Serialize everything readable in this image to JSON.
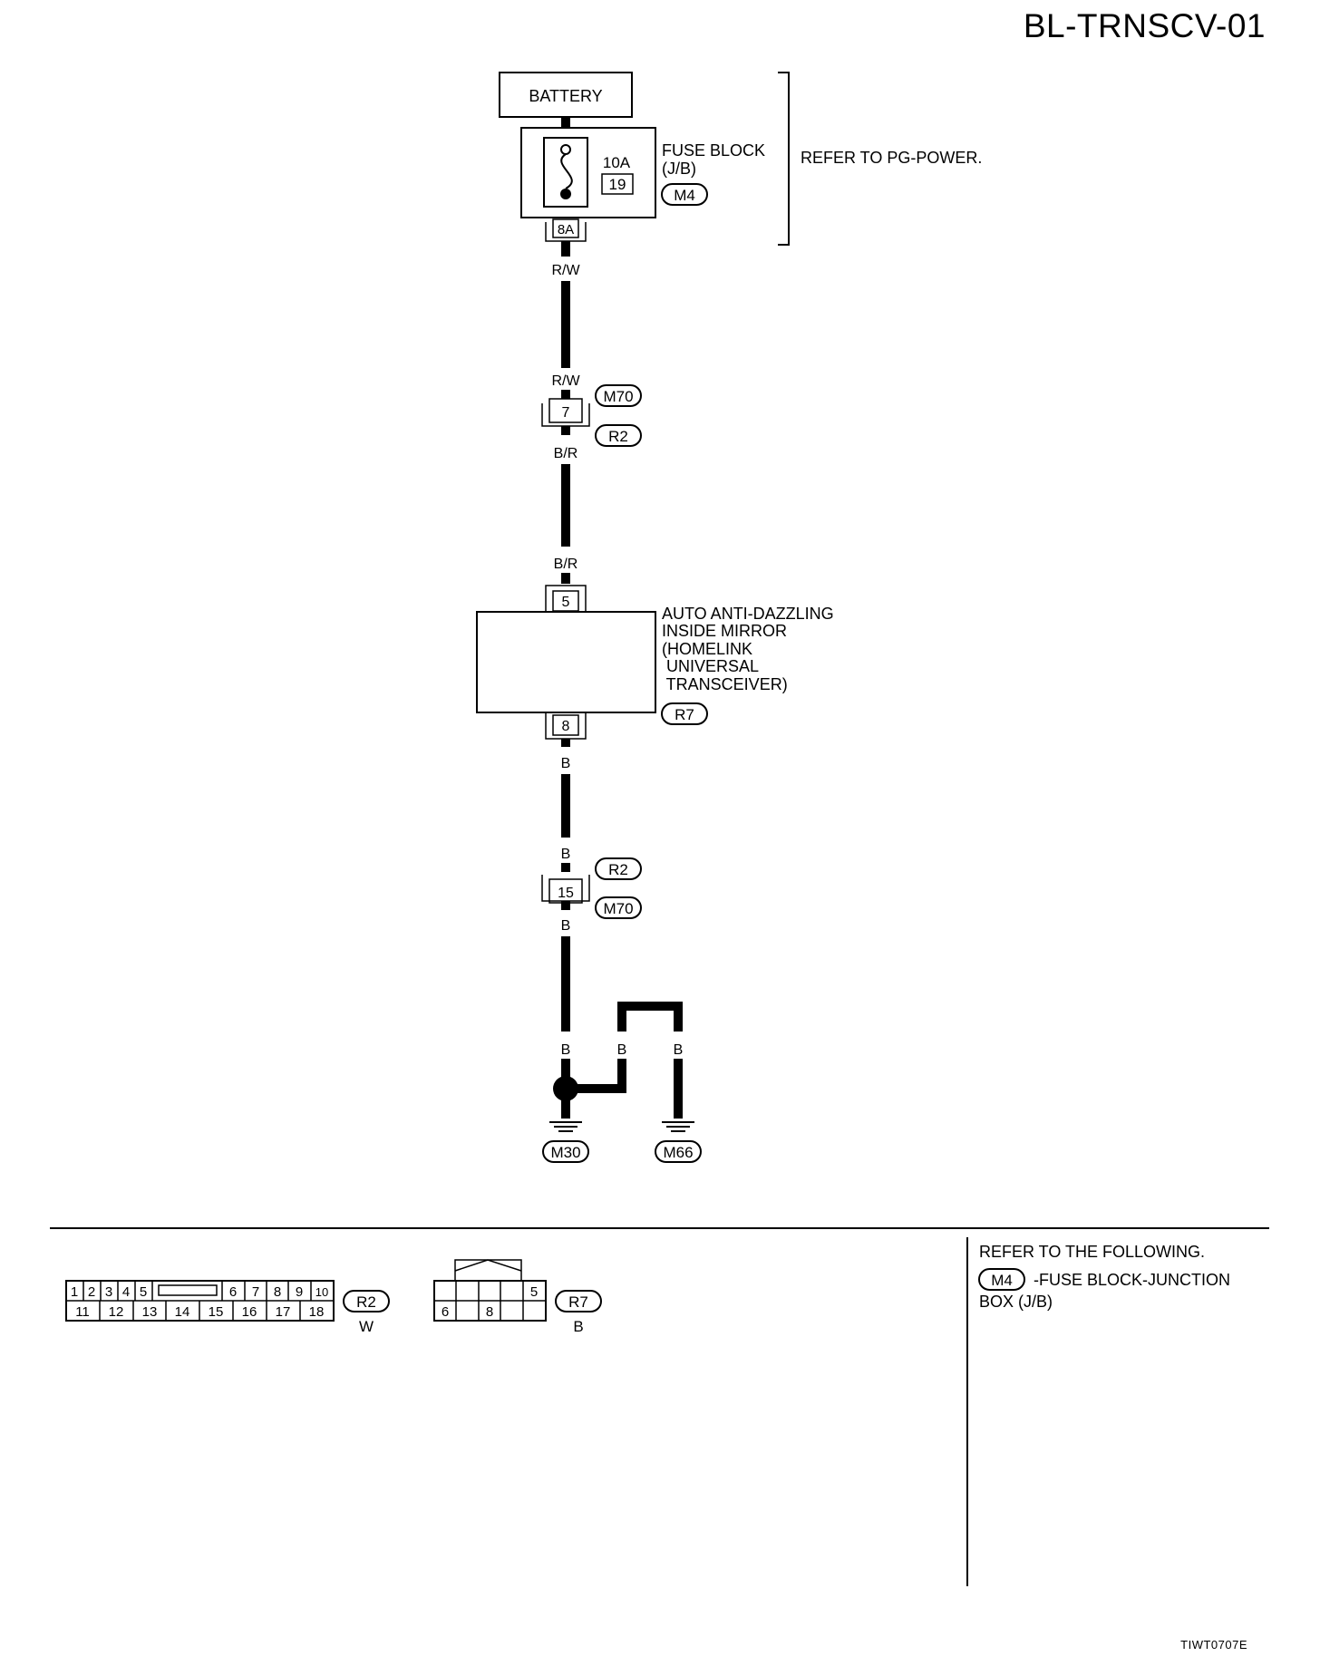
{
  "page_code": "BL-TRNSCV-01",
  "footer_code": "TIWT0707E",
  "battery_label": "BATTERY",
  "fuse_block": {
    "label_line1": "FUSE BLOCK",
    "label_line2": "(J/B)",
    "amperage": "10A",
    "fuse_number": "19",
    "connector": "M4",
    "terminal": "8A",
    "refer_note": "REFER TO PG-POWER."
  },
  "wires": {
    "w1": "R/W",
    "w2": "R/W",
    "w3": "B/R",
    "w4": "B/R",
    "w5": "B",
    "w6": "B",
    "w7": "B",
    "w8": "B",
    "w9": "B",
    "w10": "B"
  },
  "joint1": {
    "terminal": "7",
    "connector_top": "M70",
    "connector_bottom": "R2"
  },
  "mirror": {
    "label_lines": [
      "AUTO ANTI-DAZZLING",
      "INSIDE MIRROR",
      "(HOMELINK",
      " UNIVERSAL",
      " TRANSCEIVER)"
    ],
    "terminal_in": "5",
    "terminal_out": "8",
    "connector": "R7"
  },
  "joint2": {
    "terminal": "15",
    "connector_top": "R2",
    "connector_bottom": "M70"
  },
  "grounds": {
    "g1": "M30",
    "g2": "M66"
  },
  "r2_connector": {
    "id": "R2",
    "color": "W",
    "top_pins": [
      "1",
      "2",
      "3",
      "4",
      "5",
      "6",
      "7",
      "8",
      "9",
      "10"
    ],
    "bottom_pins": [
      "11",
      "12",
      "13",
      "14",
      "15",
      "16",
      "17",
      "18"
    ]
  },
  "r7_connector": {
    "id": "R7",
    "color": "B",
    "top_pins": [
      "",
      "",
      "",
      "",
      "5"
    ],
    "bottom_pins": [
      "6",
      "",
      "8",
      "",
      ""
    ]
  },
  "reference": {
    "heading": "REFER TO THE FOLLOWING.",
    "connector": "M4",
    "line1": "-FUSE BLOCK-JUNCTION",
    "line2": "BOX (J/B)"
  }
}
